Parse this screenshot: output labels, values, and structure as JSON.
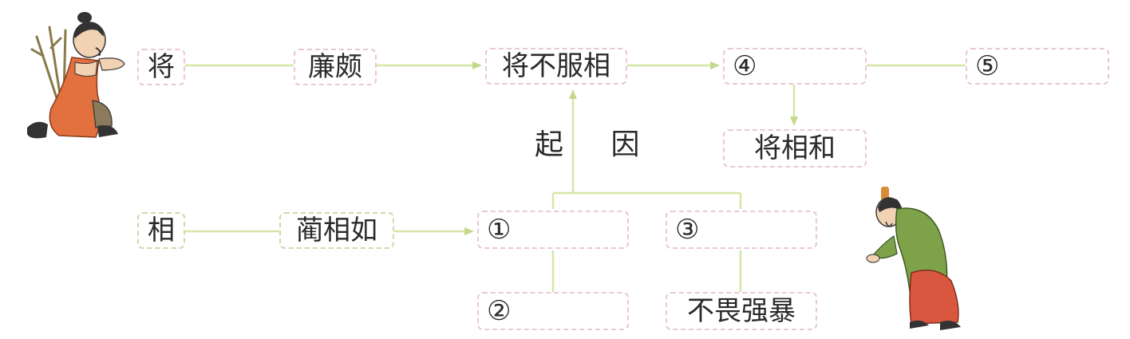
{
  "nodes": {
    "jiang": "将",
    "lianpo": "廉颇",
    "jiang_bu_fu_xiang": "将不服相",
    "blank4": "④",
    "blank5": "⑤",
    "jiang_xiang_he": "将相和",
    "xiang": "相",
    "lin_xiangru": "蔺相如",
    "blank1": "①",
    "blank3": "③",
    "blank2": "②",
    "bu_wei_qiang_bao": "不畏强暴"
  },
  "labels": {
    "cause": "起 因"
  },
  "colors": {
    "box_border_pink": "#e9c9cf",
    "box_border_green": "#c9dcaa",
    "connector": "#d6e6a8",
    "arrow": "#c4d98a",
    "text": "#2a2a2a"
  },
  "illustrations": {
    "top_left": "general-kneeling-with-thorns",
    "bottom_right": "minister-bowing"
  }
}
